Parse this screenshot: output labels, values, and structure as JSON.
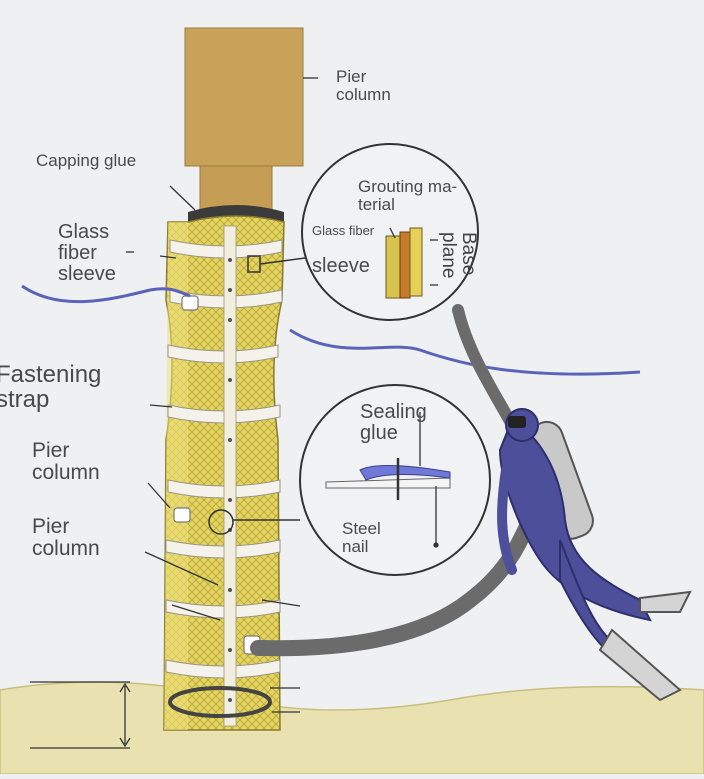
{
  "labels": {
    "pier_column_top": "Pier\ncolumn",
    "capping_glue": "Capping glue",
    "glass_fiber_sleeve": "Glass\nfiber\nsleeve",
    "fastening_strap": "Fastening\nstrap",
    "pier_column_mid": "Pier\ncolumn",
    "pier_column_low": "Pier\ncolumn",
    "grouting_material": "Grouting ma-\nterial",
    "glass_fiber_detail": "Glass fiber",
    "sleeve_detail": "sleeve",
    "base_plane": "Base\nplane",
    "sealing_glue": "Sealing\nglue",
    "steel_nail": "Steel\nnail"
  },
  "colors": {
    "background": "#eef0f2",
    "pier_concrete": "#c9a25a",
    "sleeve_yellow": "#e6da62",
    "strap_white": "#f4f2ea",
    "water_line": "#5b63b8",
    "seabed": "#e9e2b0",
    "hose": "#6b6b6b",
    "diver_suit": "#4d4f9a"
  },
  "icons": [
    "diver-icon",
    "hose-icon",
    "detail-magnifier-icon"
  ]
}
